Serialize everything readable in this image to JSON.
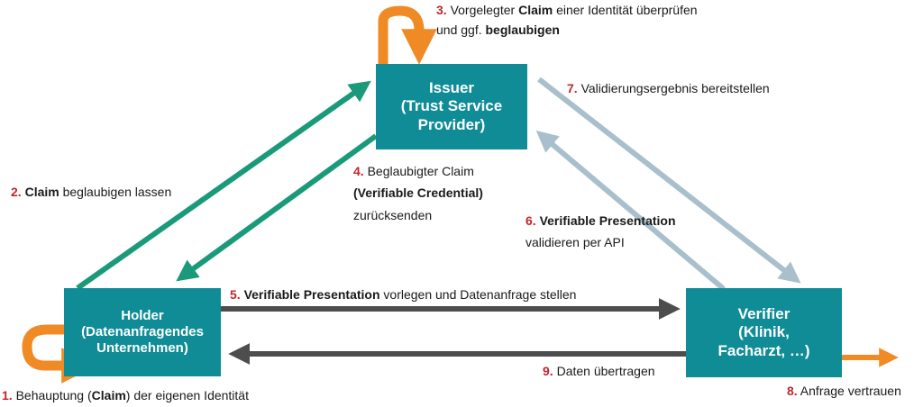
{
  "colors": {
    "box": "#0f8c96",
    "green_arrow": "#1a9a7a",
    "blue_arrow": "#a9bfcc",
    "dark_arrow": "#4d4d4d",
    "orange_arrow": "#f08a24",
    "step_number": "#c0272d"
  },
  "nodes": {
    "issuer": {
      "line1": "Issuer",
      "line2": "(Trust Service",
      "line3": "Provider)"
    },
    "holder": {
      "line1": "Holder",
      "line2": "(Datenanfragendes",
      "line3": "Unternehmen)"
    },
    "verifier": {
      "line1": "Verifier",
      "line2": "(Klinik,",
      "line3": "Facharzt, …)"
    }
  },
  "steps": {
    "s1": {
      "num": "1.",
      "pre": " Behauptung (",
      "bold": "Claim",
      "post": ") der eigenen Identität"
    },
    "s2": {
      "num": "2.",
      "bold": " Claim",
      "post": " beglaubigen lassen"
    },
    "s3": {
      "num": "3.",
      "pre": " Vorgelegter ",
      "bold": "Claim",
      "post": " einer Identität überprüfen",
      "line2_pre": "und ggf. ",
      "line2_bold": "beglaubigen"
    },
    "s4": {
      "num": "4.",
      "line1": " Beglaubigter Claim",
      "line2_bold": "(Verifiable Credential)",
      "line3": "zurücksenden"
    },
    "s5": {
      "num": "5.",
      "bold": " Verifiable Presentation",
      "post": " vorlegen und Datenanfrage stellen"
    },
    "s6": {
      "num": "6.",
      "bold": " Verifiable Presentation",
      "line2": "validieren per API"
    },
    "s7": {
      "num": "7.",
      "post": " Validierungsergebnis bereitstellen"
    },
    "s8": {
      "num": "8.",
      "post": " Anfrage vertrauen"
    },
    "s9": {
      "num": "9.",
      "post": " Daten übertragen"
    }
  }
}
